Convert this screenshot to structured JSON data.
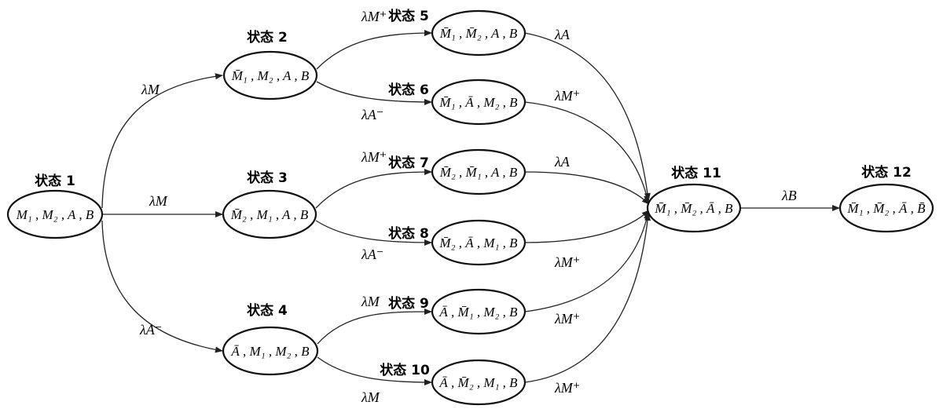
{
  "diagram": {
    "states": [
      {
        "id": "s1",
        "title": "状态 1",
        "content": "M₁ , M₂ , A , B"
      },
      {
        "id": "s2",
        "title": "状态 2",
        "content": "M̄₁ , M₂ , A , B"
      },
      {
        "id": "s3",
        "title": "状态 3",
        "content": "M̄₂ , M₁ , A , B"
      },
      {
        "id": "s4",
        "title": "状态 4",
        "content": "Ā , M₁ , M₂ , B"
      },
      {
        "id": "s5",
        "title": "状态 5",
        "content": "M̄₁ , M̄₂ , A , B"
      },
      {
        "id": "s6",
        "title": "状态 6",
        "content": "M̄₁ , Ā , M₂ , B"
      },
      {
        "id": "s7",
        "title": "状态 7",
        "content": "M̄₂ , M̄₁ , A , B"
      },
      {
        "id": "s8",
        "title": "状态 8",
        "content": "M̄₂ , Ā , M₁ , B"
      },
      {
        "id": "s9",
        "title": "状态 9",
        "content": "Ā , M̄₁ , M₂ , B"
      },
      {
        "id": "s10",
        "title": "状态 10",
        "content": "Ā , M̄₂ , M₁ , B"
      },
      {
        "id": "s11",
        "title": "状态 11",
        "content": "M̄₁ , M̄₂ , Ā , B"
      },
      {
        "id": "s12",
        "title": "状态 12",
        "content": "M̄₁ , M̄₂ , Ā , B̄"
      }
    ],
    "transitions": [
      {
        "id": "t1_2",
        "from": "s1",
        "to": "s2",
        "label": "λM"
      },
      {
        "id": "t1_3",
        "from": "s1",
        "to": "s3",
        "label": "λM"
      },
      {
        "id": "t1_4",
        "from": "s1",
        "to": "s4",
        "label": "λA⁻"
      },
      {
        "id": "t2_5",
        "from": "s2",
        "to": "s5",
        "label": "λM⁺"
      },
      {
        "id": "t2_6",
        "from": "s2",
        "to": "s6",
        "label": "λA⁻"
      },
      {
        "id": "t3_7",
        "from": "s3",
        "to": "s7",
        "label": "λM⁺"
      },
      {
        "id": "t3_8",
        "from": "s3",
        "to": "s8",
        "label": "λA⁻"
      },
      {
        "id": "t4_9",
        "from": "s4",
        "to": "s9",
        "label": "λM"
      },
      {
        "id": "t4_10",
        "from": "s4",
        "to": "s10",
        "label": "λM"
      },
      {
        "id": "t5_11",
        "from": "s5",
        "to": "s11",
        "label": "λA"
      },
      {
        "id": "t6_11",
        "from": "s6",
        "to": "s11",
        "label": "λM⁺"
      },
      {
        "id": "t7_11",
        "from": "s7",
        "to": "s11",
        "label": "λA"
      },
      {
        "id": "t8_11",
        "from": "s8",
        "to": "s11",
        "label": "λM⁺"
      },
      {
        "id": "t9_11",
        "from": "s9",
        "to": "s11",
        "label": "λM⁺"
      },
      {
        "id": "t10_11",
        "from": "s10",
        "to": "s11",
        "label": "λM⁺"
      },
      {
        "id": "t11_12",
        "from": "s11",
        "to": "s12",
        "label": "λB"
      }
    ]
  }
}
